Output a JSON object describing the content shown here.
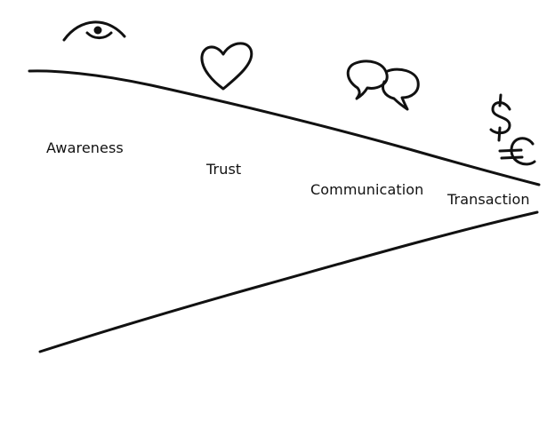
{
  "funnel": {
    "stages": [
      {
        "label": "Awareness",
        "icon": "eye-icon"
      },
      {
        "label": "Trust",
        "icon": "heart-icon"
      },
      {
        "label": "Communication",
        "icon": "speech-bubbles-icon"
      },
      {
        "label": "Transaction",
        "icon": "currency-icon"
      }
    ]
  },
  "colors": {
    "ink": "#111111",
    "background": "#ffffff"
  }
}
